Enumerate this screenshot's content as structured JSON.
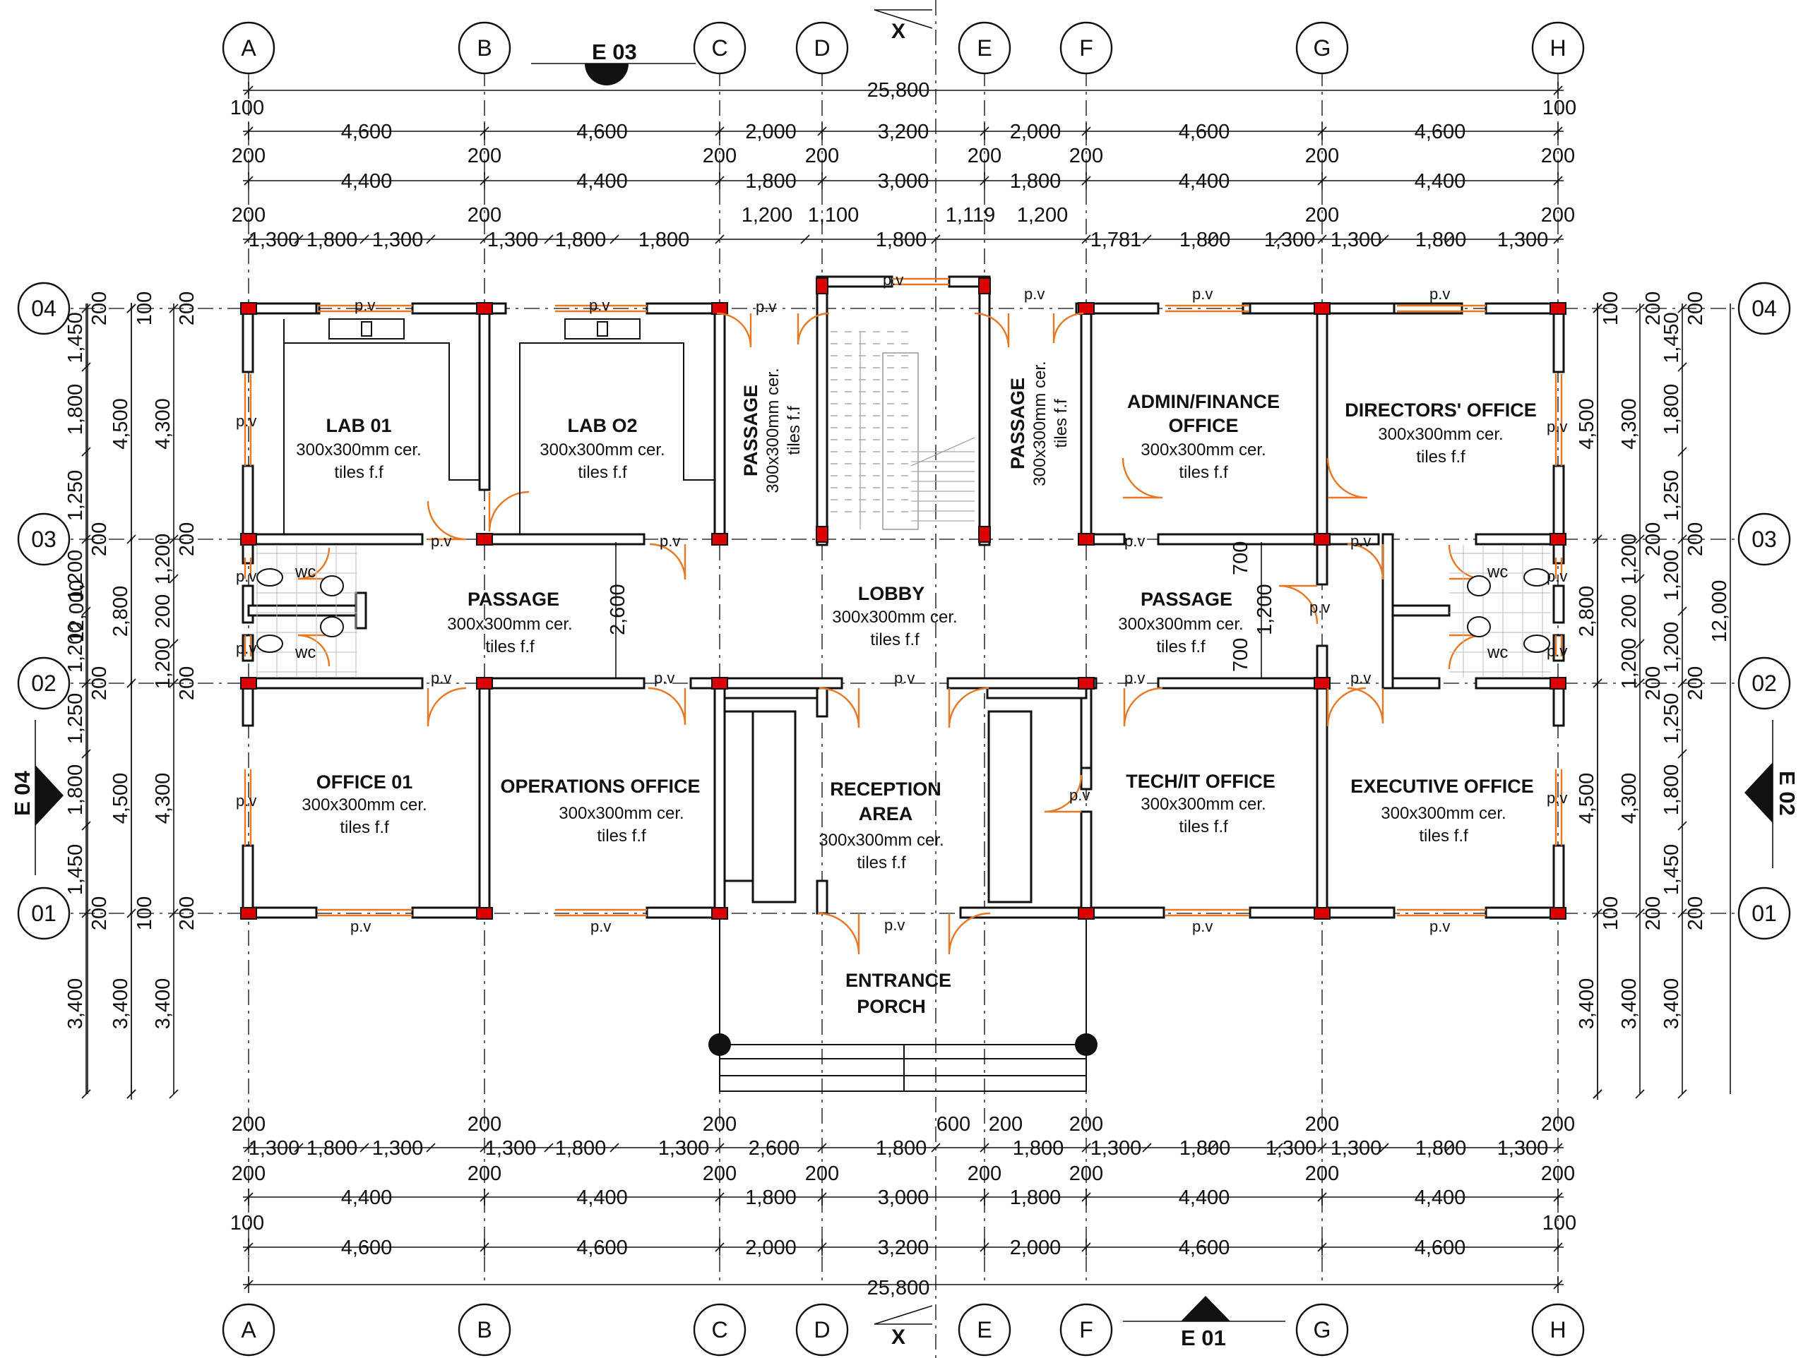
{
  "grid_columns": [
    "A",
    "B",
    "C",
    "D",
    "E",
    "F",
    "G",
    "H"
  ],
  "grid_rows": [
    "04",
    "03",
    "02",
    "01"
  ],
  "section_marks": {
    "top": "X",
    "bottom": "X"
  },
  "elevations": {
    "north": "E 03",
    "south": "E 01",
    "west": "E 04",
    "east": "E 02"
  },
  "dims_top": {
    "overall": "25,800",
    "row1": {
      "end_left": "100",
      "end_right": "100",
      "values": [
        "4,600",
        "4,600",
        "2,000",
        "3,200",
        "2,000",
        "4,600",
        "4,600"
      ]
    },
    "row2": {
      "col_labels": [
        "200",
        "200",
        "200",
        "200",
        "200",
        "200",
        "200",
        "200"
      ],
      "values": [
        "4,400",
        "4,400",
        "1,800",
        "3,000",
        "1,800",
        "4,400",
        "4,400"
      ]
    },
    "row3": {
      "col_labels": [
        "200",
        "200",
        "200",
        "200"
      ],
      "upper": [
        "1,200",
        "1,100",
        "1,119",
        "1,200"
      ],
      "values": [
        "1,300",
        "1,800",
        "1,300",
        "1,300",
        "1,800",
        "1,800",
        "1,800",
        "1,781",
        "1,800",
        "1,300",
        "1,300",
        "1,800",
        "1,300"
      ]
    }
  },
  "dims_bottom": {
    "overall": "25,800",
    "row1": {
      "end_left": "100",
      "end_right": "100",
      "values": [
        "4,600",
        "4,600",
        "2,000",
        "3,200",
        "2,000",
        "4,600",
        "4,600"
      ]
    },
    "row2": {
      "col_labels": [
        "200",
        "200",
        "200",
        "200",
        "200",
        "200",
        "200",
        "200"
      ],
      "values": [
        "4,400",
        "4,400",
        "1,800",
        "3,000",
        "1,800",
        "4,400",
        "4,400"
      ]
    },
    "row3": {
      "col_labels": [
        "200",
        "200",
        "200",
        "600",
        "200",
        "200",
        "200",
        "200"
      ],
      "values": [
        "1,300",
        "1,800",
        "1,300",
        "1,300",
        "1,800",
        "1,300",
        "2,600",
        "1,800",
        "1,800",
        "1,300",
        "1,800",
        "1,300",
        "1,300",
        "1,800",
        "1,300"
      ]
    }
  },
  "dims_left": {
    "overall": "12,000",
    "col_a": [
      "4,500",
      "2,800",
      "4,500",
      "3,400"
    ],
    "col_a_ends": [
      "100",
      "100"
    ],
    "col_b": [
      "4,300",
      "1,200",
      "200",
      "1,200",
      "4,300",
      "3,400"
    ],
    "col_b_ends": [
      "200",
      "200",
      "200",
      "200"
    ],
    "col_c": [
      "1,450",
      "1,800",
      "1,250",
      "1,200",
      "1,200",
      "1,250",
      "1,800",
      "1,450",
      "3,400"
    ],
    "col_c_ends": [
      "200",
      "200",
      "200",
      "200"
    ]
  },
  "dims_right": {
    "overall": "12,000",
    "col_a": [
      "4,500",
      "2,800",
      "4,500",
      "3,400"
    ],
    "col_a_ends": [
      "100",
      "100"
    ],
    "col_b": [
      "4,300",
      "1,200",
      "200",
      "1,200",
      "4,300",
      "3,400"
    ],
    "col_b_ends": [
      "200",
      "200",
      "200",
      "200"
    ],
    "col_c": [
      "1,450",
      "1,800",
      "1,250",
      "1,200",
      "1,200",
      "1,250",
      "1,800",
      "1,450",
      "3,400"
    ],
    "col_c_ends": [
      "200",
      "200",
      "200",
      "200"
    ]
  },
  "dims_inner": {
    "left_passage": "2,600",
    "right_passage": [
      "700",
      "1,200",
      "700"
    ]
  },
  "rooms": {
    "lab01": {
      "name": "LAB 01",
      "finish": "300x300mm cer.",
      "finish2": "tiles f.f"
    },
    "lab02": {
      "name": "LAB O2",
      "finish": "300x300mm cer.",
      "finish2": "tiles f.f"
    },
    "passage_nw": {
      "name": "PASSAGE",
      "finish": "300x300mm cer.",
      "finish2": "tiles f.f"
    },
    "passage_ne": {
      "name": "PASSAGE",
      "finish": "300x300mm cer.",
      "finish2": "tiles f.f"
    },
    "admin": {
      "name": "ADMIN/FINANCE",
      "name2": "OFFICE",
      "finish": "300x300mm cer.",
      "finish2": "tiles f.f"
    },
    "directors": {
      "name": "DIRECTORS' OFFICE",
      "finish": "300x300mm cer.",
      "finish2": "tiles f.f"
    },
    "passage_w": {
      "name": "PASSAGE",
      "finish": "300x300mm cer.",
      "finish2": "tiles f.f"
    },
    "lobby": {
      "name": "LOBBY",
      "finish": "300x300mm cer.",
      "finish2": "tiles f.f"
    },
    "passage_e": {
      "name": "PASSAGE",
      "finish": "300x300mm cer.",
      "finish2": "tiles f.f"
    },
    "office01": {
      "name": "OFFICE 01",
      "finish": "300x300mm cer.",
      "finish2": "tiles f.f"
    },
    "operations": {
      "name": "OPERATIONS OFFICE",
      "finish": "300x300mm cer.",
      "finish2": "tiles f.f"
    },
    "reception": {
      "name": "RECEPTION",
      "name2": "AREA",
      "finish": "300x300mm cer.",
      "finish2": "tiles f.f"
    },
    "techit": {
      "name": "TECH/IT OFFICE",
      "finish": "300x300mm cer.",
      "finish2": "tiles f.f"
    },
    "executive": {
      "name": "EXECUTIVE OFFICE",
      "finish": "300x300mm cer.",
      "finish2": "tiles f.f"
    },
    "porch": {
      "name": "ENTRANCE",
      "name2": "PORCH"
    }
  },
  "labels": {
    "window": "p.v",
    "wc": "wc"
  }
}
